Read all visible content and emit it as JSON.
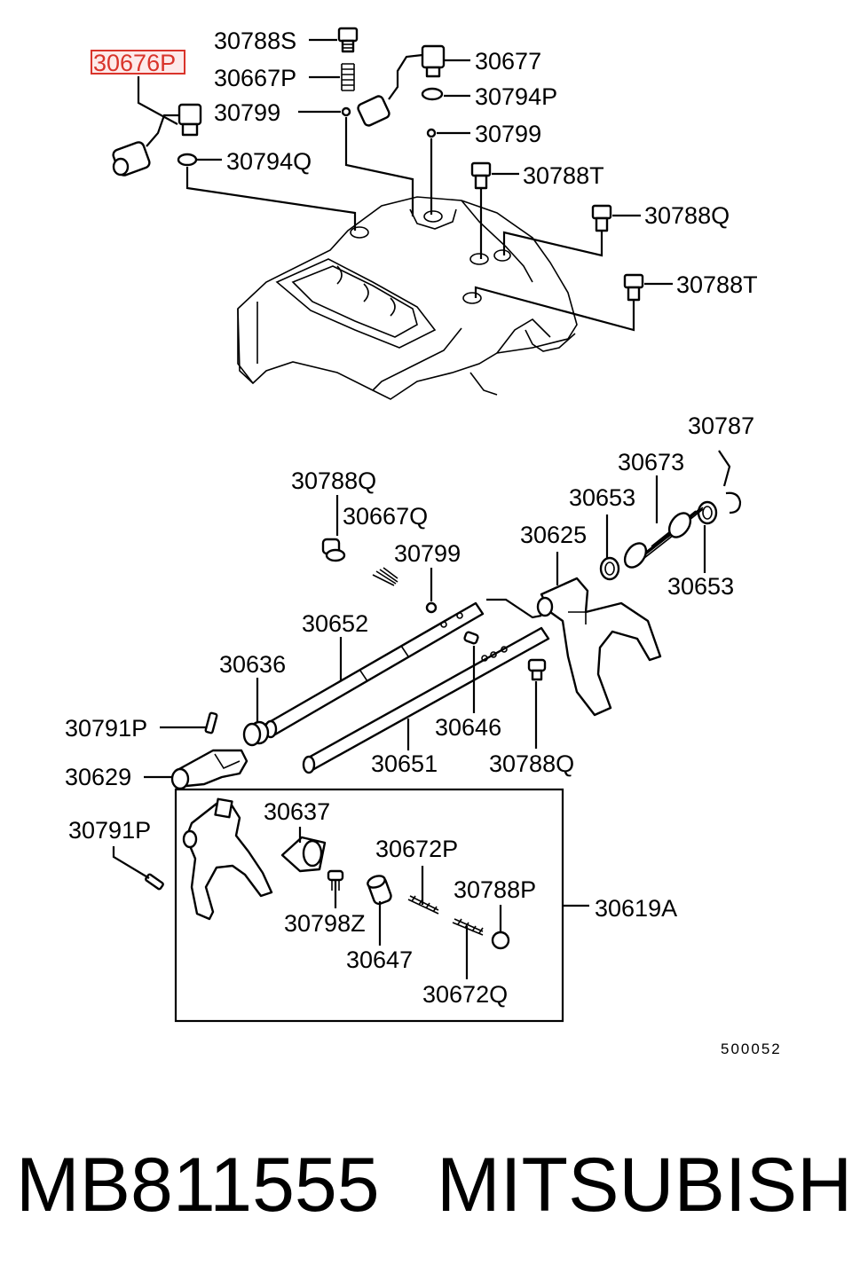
{
  "labels": {
    "p30788S": "30788S",
    "p30676P": "30676P",
    "p30667P": "30667P",
    "p30677": "30677",
    "p30794P": "30794P",
    "p30799_a": "30799",
    "p30799_b": "30799",
    "p30794Q": "30794Q",
    "p30788T_a": "30788T",
    "p30788Q_a": "30788Q",
    "p30788T_b": "30788T",
    "p30787": "30787",
    "p30673": "30673",
    "p30788Q_b": "30788Q",
    "p30653_a": "30653",
    "p30667Q": "30667Q",
    "p30625": "30625",
    "p30799_c": "30799",
    "p30653_b": "30653",
    "p30652": "30652",
    "p30636": "30636",
    "p30646": "30646",
    "p30791P_a": "30791P",
    "p30651": "30651",
    "p30788Q_c": "30788Q",
    "p30629": "30629",
    "p30637": "30637",
    "p30791P_b": "30791P",
    "p30672P": "30672P",
    "p30788P": "30788P",
    "p30619A": "30619A",
    "p30798Z": "30798Z",
    "p30647": "30647",
    "p30672Q": "30672Q"
  },
  "highlight": {
    "part": "30676P",
    "color": "#d9342b"
  },
  "diagram_code": "500052",
  "footer": {
    "part_number": "MB811555",
    "brand": "MITSUBISHI"
  }
}
